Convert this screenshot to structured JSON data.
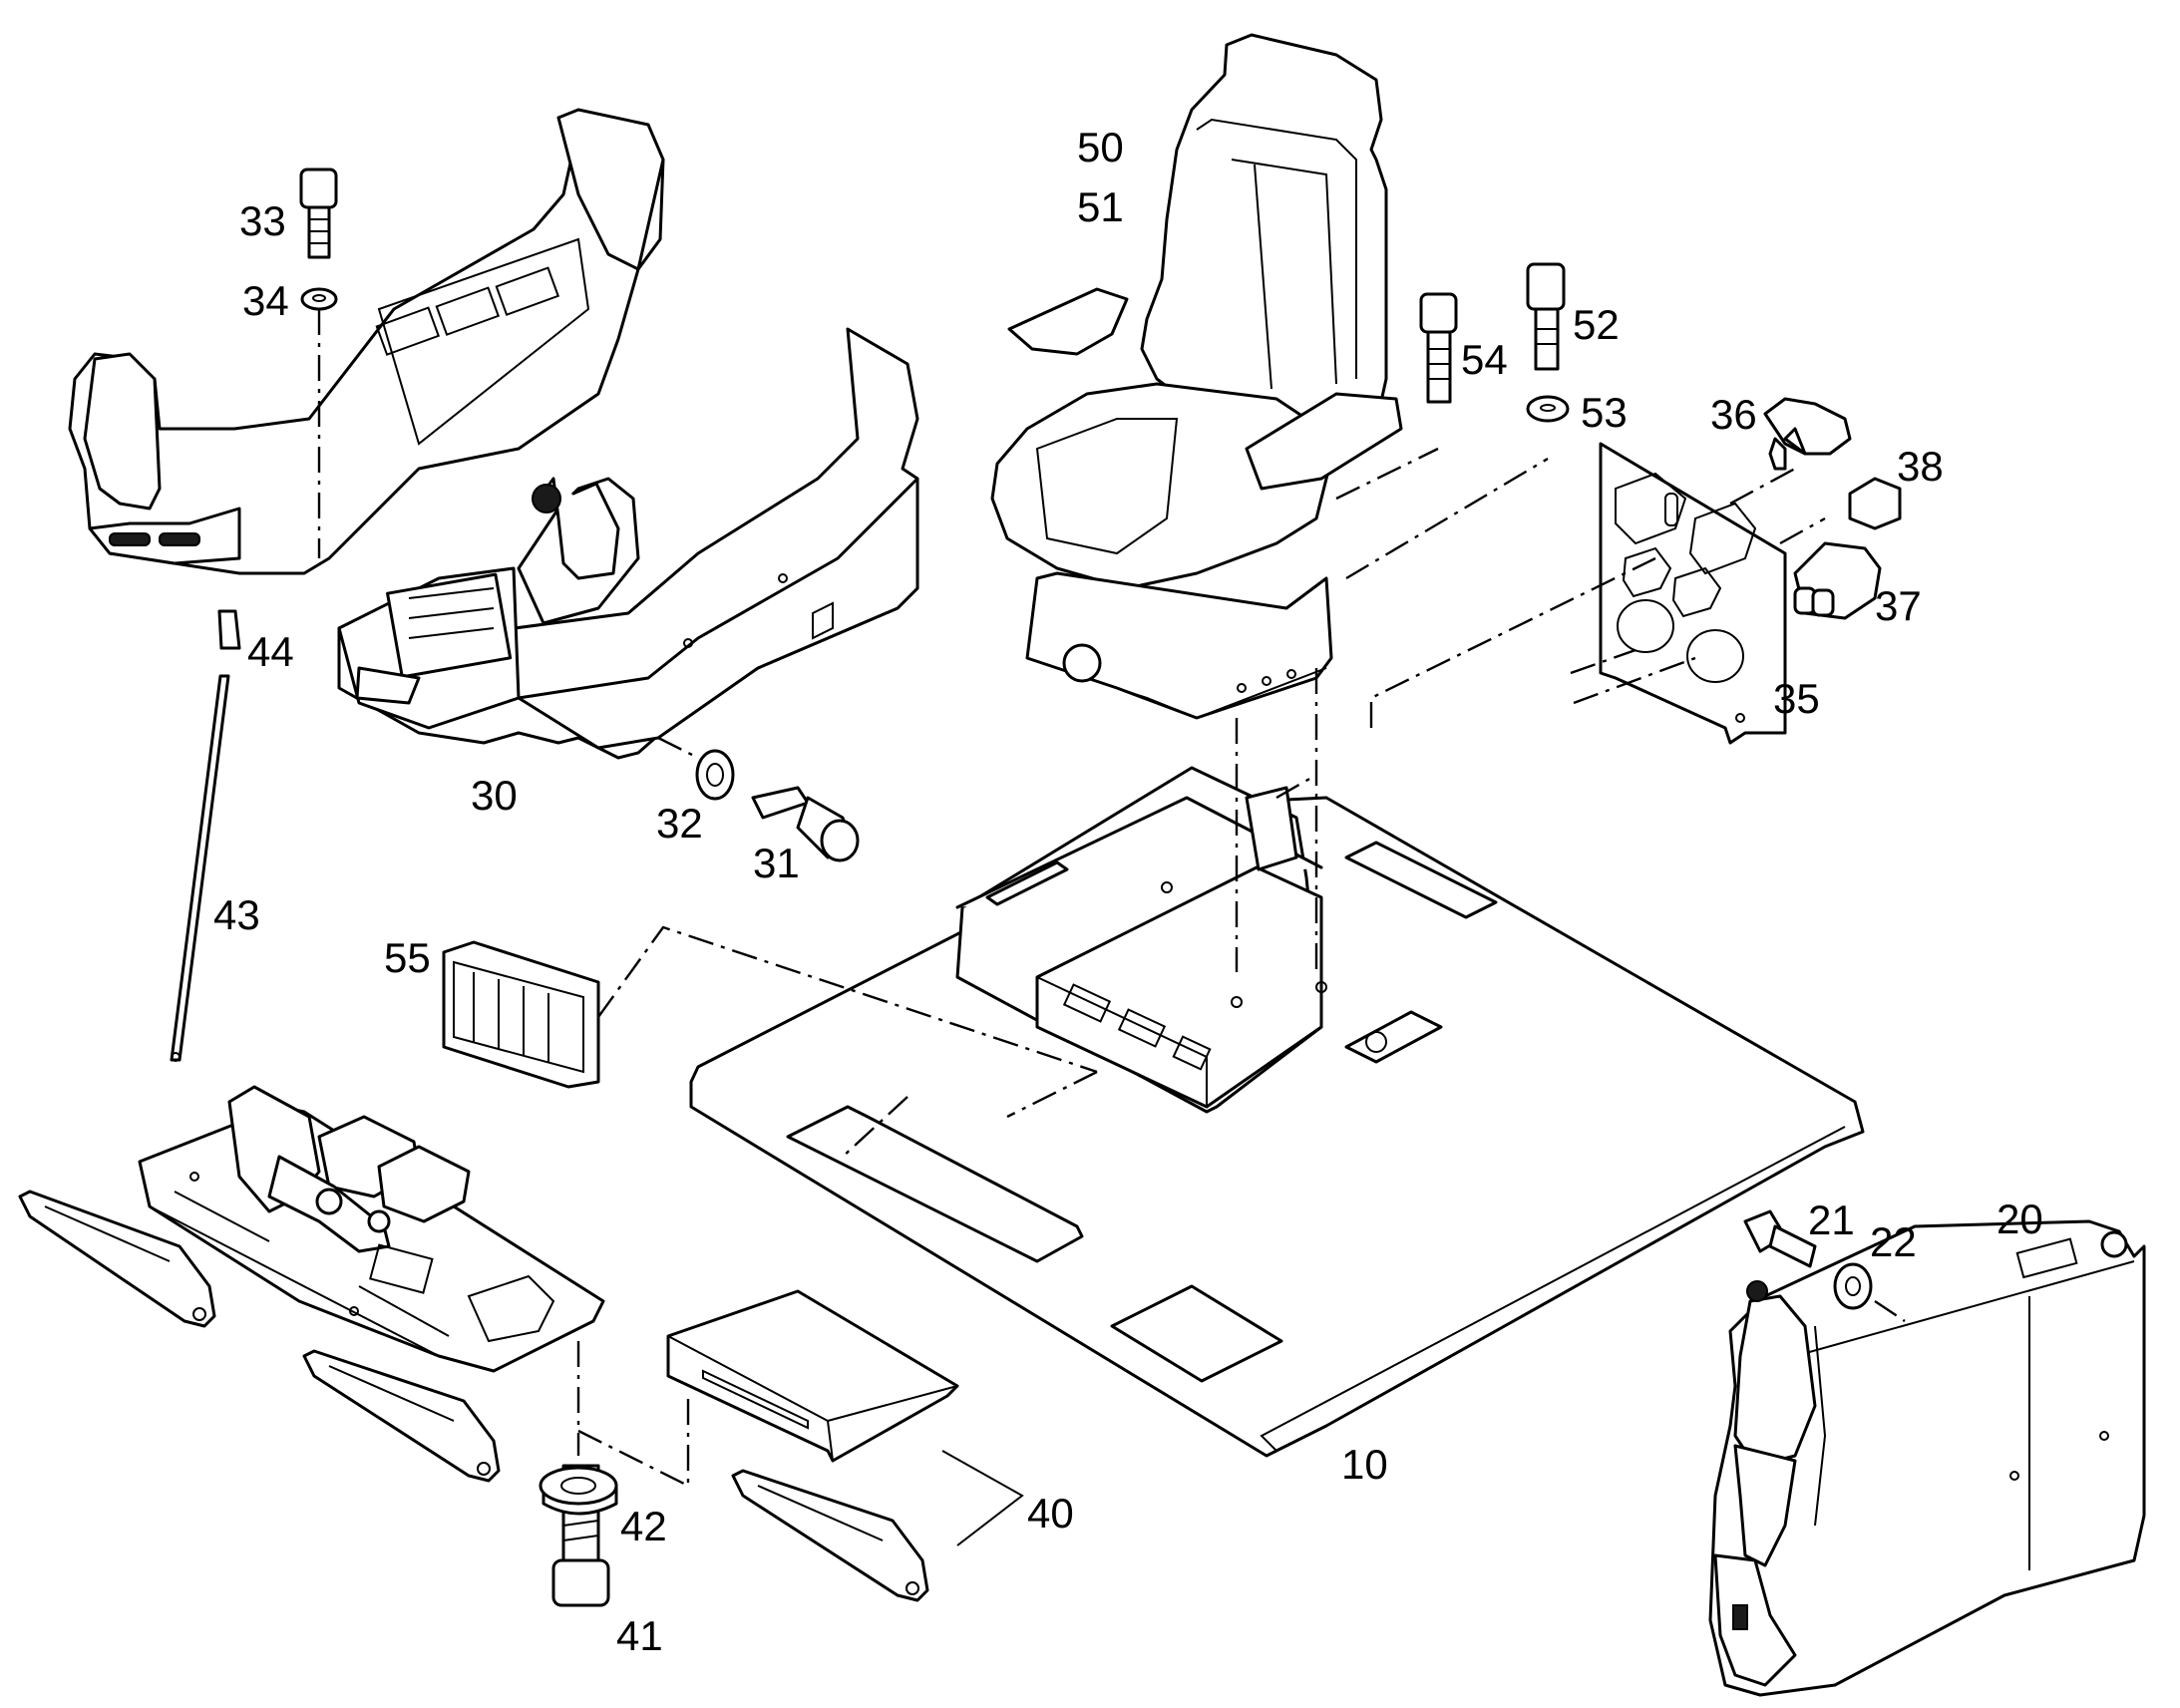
{
  "diagram": {
    "callouts": [
      {
        "id": "c10",
        "label": "10"
      },
      {
        "id": "c20",
        "label": "20"
      },
      {
        "id": "c21",
        "label": "21"
      },
      {
        "id": "c22",
        "label": "22"
      },
      {
        "id": "c30",
        "label": "30"
      },
      {
        "id": "c31",
        "label": "31"
      },
      {
        "id": "c32",
        "label": "32"
      },
      {
        "id": "c33",
        "label": "33"
      },
      {
        "id": "c34",
        "label": "34"
      },
      {
        "id": "c35",
        "label": "35"
      },
      {
        "id": "c36",
        "label": "36"
      },
      {
        "id": "c37",
        "label": "37"
      },
      {
        "id": "c38",
        "label": "38"
      },
      {
        "id": "c40",
        "label": "40"
      },
      {
        "id": "c41",
        "label": "41"
      },
      {
        "id": "c42",
        "label": "42"
      },
      {
        "id": "c43",
        "label": "43"
      },
      {
        "id": "c44",
        "label": "44"
      },
      {
        "id": "c50",
        "label": "50"
      },
      {
        "id": "c51",
        "label": "51"
      },
      {
        "id": "c52",
        "label": "52"
      },
      {
        "id": "c53",
        "label": "53"
      },
      {
        "id": "c54",
        "label": "54"
      },
      {
        "id": "c55",
        "label": "55"
      }
    ]
  }
}
